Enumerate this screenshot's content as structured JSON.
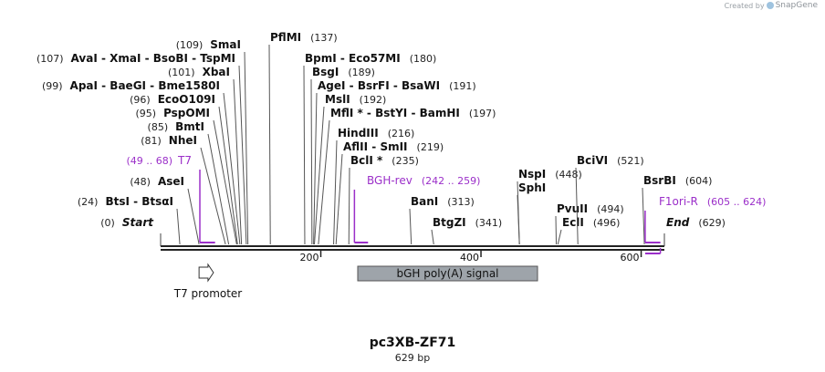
{
  "credit": {
    "prefix": "Created by",
    "brand": "SnapGene"
  },
  "plasmid": {
    "name": "pc3XB-ZF71",
    "size_label": "629 bp"
  },
  "axis": {
    "length": 629,
    "ticks": [
      200,
      400,
      600
    ]
  },
  "sites": [
    {
      "pos": 0,
      "text": "Start",
      "num": "(0)",
      "side": "left",
      "italic": true,
      "bold": true
    },
    {
      "pos": 24,
      "text": "BtsI - BtsαI",
      "num": "(24)",
      "side": "left",
      "bold": true
    },
    {
      "pos": 48,
      "text": "AseI",
      "num": "(48)",
      "side": "left",
      "bold": true
    },
    {
      "pos": 81,
      "text": "NheI",
      "num": "(81)",
      "side": "left",
      "bold": true
    },
    {
      "pos": 85,
      "text": "BmtI",
      "num": "(85)",
      "side": "left",
      "bold": true
    },
    {
      "pos": 95,
      "text": "PspOMI",
      "num": "(95)",
      "side": "left",
      "bold": true
    },
    {
      "pos": 96,
      "text": "EcoO109I",
      "num": "(96)",
      "side": "left",
      "bold": true
    },
    {
      "pos": 99,
      "text": "ApaI - BaeGI - Bme1580I",
      "num": "(99)",
      "side": "left",
      "bold": true
    },
    {
      "pos": 101,
      "text": "XbaI",
      "num": "(101)",
      "side": "left",
      "bold": true
    },
    {
      "pos": 107,
      "text": "AvaI - XmaI - BsoBI - TspMI",
      "num": "(107)",
      "side": "left",
      "bold": true
    },
    {
      "pos": 109,
      "text": "SmaI",
      "num": "(109)",
      "side": "left",
      "bold": true
    },
    {
      "pos": 137,
      "text": "PflMI",
      "num": "(137)",
      "side": "right",
      "bold": true
    },
    {
      "pos": 180,
      "text": "BpmI - Eco57MI",
      "num": "(180)",
      "side": "right",
      "bold": true
    },
    {
      "pos": 189,
      "text": "BsgI",
      "num": "(189)",
      "side": "right",
      "bold": true
    },
    {
      "pos": 191,
      "text": "AgeI - BsrFI - BsaWI",
      "num": "(191)",
      "side": "right",
      "bold": true
    },
    {
      "pos": 192,
      "text": "MslI",
      "num": "(192)",
      "side": "right",
      "bold": true
    },
    {
      "pos": 197,
      "text": "MflI * - BstYI - BamHI",
      "num": "(197)",
      "side": "right",
      "bold": true
    },
    {
      "pos": 216,
      "text": "HindIII",
      "num": "(216)",
      "side": "right",
      "bold": true
    },
    {
      "pos": 219,
      "text": "AflII - SmII",
      "num": "(219)",
      "side": "right",
      "bold": true
    },
    {
      "pos": 235,
      "text": "BclI *",
      "num": "(235)",
      "side": "right",
      "bold": true
    },
    {
      "pos": 313,
      "text": "BanI",
      "num": "(313)",
      "side": "right",
      "bold": true
    },
    {
      "pos": 341,
      "text": "BtgZI",
      "num": "(341)",
      "side": "right",
      "bold": true
    },
    {
      "pos": 448,
      "text": "NspI",
      "num": "(448)",
      "side": "right",
      "bold": true
    },
    {
      "pos": 448,
      "text": "SphI",
      "num": "",
      "side": "right",
      "bold": true
    },
    {
      "pos": 494,
      "text": "PvuII",
      "num": "(494)",
      "side": "right",
      "bold": true
    },
    {
      "pos": 496,
      "text": "EclI",
      "num": "(496)",
      "side": "right",
      "bold": true
    },
    {
      "pos": 521,
      "text": "BciVI",
      "num": "(521)",
      "side": "right",
      "bold": true
    },
    {
      "pos": 604,
      "text": "BsrBI",
      "num": "(604)",
      "side": "right",
      "bold": true
    },
    {
      "pos": 629,
      "text": "End",
      "num": "(629)",
      "side": "right",
      "italic": true,
      "bold": true
    }
  ],
  "primers": [
    {
      "start": 49,
      "end": 68,
      "text": "T7",
      "num": "(49 .. 68)",
      "side": "left",
      "color": "#9b2fc9"
    },
    {
      "start": 242,
      "end": 259,
      "text": "BGH-rev",
      "num": "(242 .. 259)",
      "side": "right",
      "color": "#9b2fc9"
    },
    {
      "start": 605,
      "end": 624,
      "text": "F1ori-R",
      "num": "(605 .. 624)",
      "side": "right",
      "color": "#9b2fc9"
    }
  ],
  "features": [
    {
      "name": "T7 promoter",
      "start": 48,
      "end": 66,
      "kind": "promoter"
    },
    {
      "name": "bGH poly(A) signal",
      "start": 250,
      "end": 474,
      "kind": "terminator",
      "color": "#9ea4aa"
    }
  ]
}
